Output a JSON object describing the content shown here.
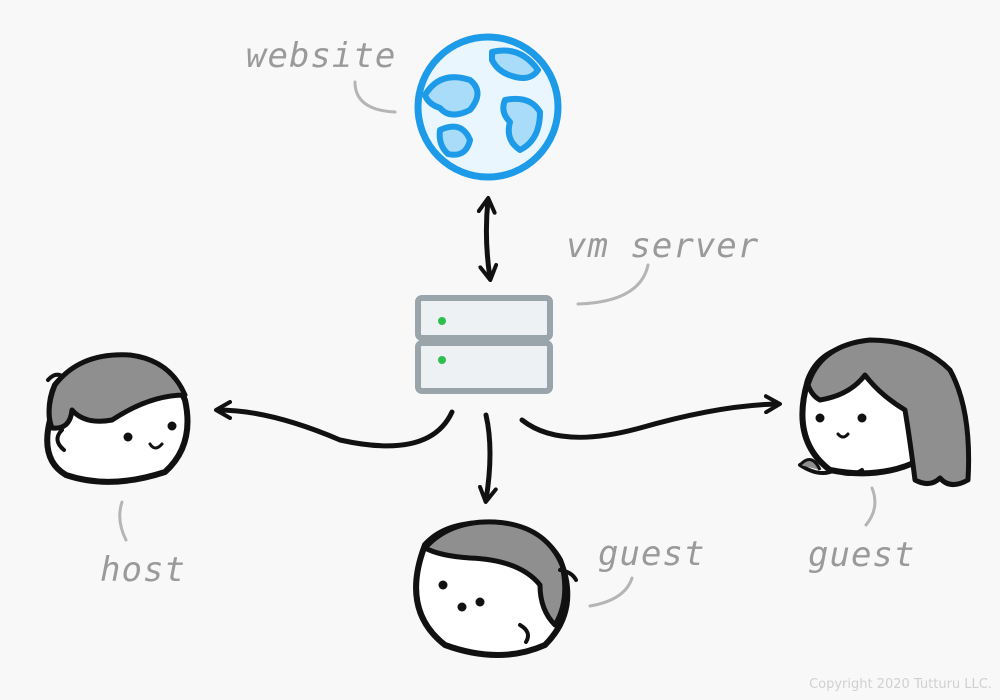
{
  "labels": {
    "website": "website",
    "vm_server": "vm server",
    "host": "host",
    "guest_center": "guest",
    "guest_right": "guest"
  },
  "copyright": "Copyright 2020 Tutturu LLC.",
  "icons": {
    "website": "globe-icon",
    "server": "server-icon",
    "host": "person-face-icon",
    "guest_center": "person-face-icon",
    "guest_right": "person-face-icon"
  },
  "colors": {
    "background": "#f8f8f8",
    "globe": "#1e9be8",
    "globe_fill": "#a9dcf8",
    "server_outline": "#9aa4ab",
    "server_fill": "#eef1f3",
    "led": "#2fbf4f",
    "hair": "#8f8f8f",
    "ink": "#111111",
    "label": "#9a9a9a"
  }
}
